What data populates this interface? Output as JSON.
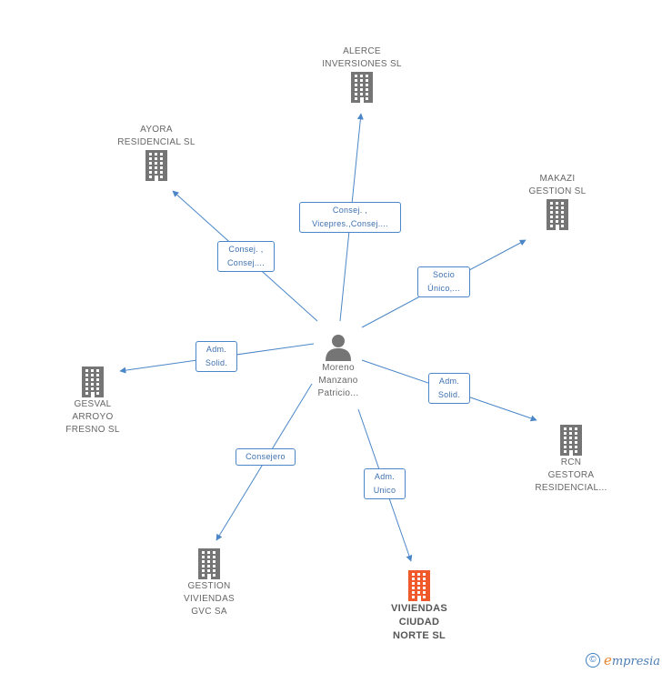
{
  "colors": {
    "edge": "#4a86c8",
    "company_icon": "#757575",
    "company_icon_highlight": "#f05a2a",
    "person_icon": "#757575"
  },
  "center": {
    "icon": "person-icon",
    "lines": [
      "Moreno",
      "Manzano",
      "Patricio..."
    ]
  },
  "companies": [
    {
      "id": "alerce",
      "lines": [
        "ALERCE",
        "INVERSIONES SL"
      ],
      "highlight": false
    },
    {
      "id": "ayora",
      "lines": [
        "AYORA",
        "RESIDENCIAL SL"
      ],
      "highlight": false
    },
    {
      "id": "makazi",
      "lines": [
        "MAKAZI",
        "GESTION SL"
      ],
      "highlight": false
    },
    {
      "id": "gesval",
      "lines": [
        "GESVAL",
        "ARROYO",
        "FRESNO  SL"
      ],
      "highlight": false
    },
    {
      "id": "rcn",
      "lines": [
        "RCN",
        "GESTORA",
        "RESIDENCIAL..."
      ],
      "highlight": false
    },
    {
      "id": "gestion",
      "lines": [
        "GESTION",
        "VIVIENDAS",
        "GVC SA"
      ],
      "highlight": false
    },
    {
      "id": "viviendas",
      "lines": [
        "VIVIENDAS",
        "CIUDAD",
        "NORTE  SL"
      ],
      "highlight": true
    }
  ],
  "edges": [
    {
      "to": "alerce",
      "label": [
        "Consej. ,",
        "Vicepres.,Consej...."
      ]
    },
    {
      "to": "ayora",
      "label": [
        "Consej. ,",
        "Consej...."
      ]
    },
    {
      "to": "makazi",
      "label": [
        "Socio",
        "Único,..."
      ]
    },
    {
      "to": "gesval",
      "label": [
        "Adm.",
        "Solid."
      ]
    },
    {
      "to": "rcn",
      "label": [
        "Adm.",
        "Solid."
      ]
    },
    {
      "to": "gestion",
      "label": [
        "Consejero"
      ]
    },
    {
      "to": "viviendas",
      "label": [
        "Adm.",
        "Unico"
      ]
    }
  ],
  "footer": {
    "copyright_symbol": "©",
    "brand_initial": "e",
    "brand_rest": "mpresia"
  }
}
